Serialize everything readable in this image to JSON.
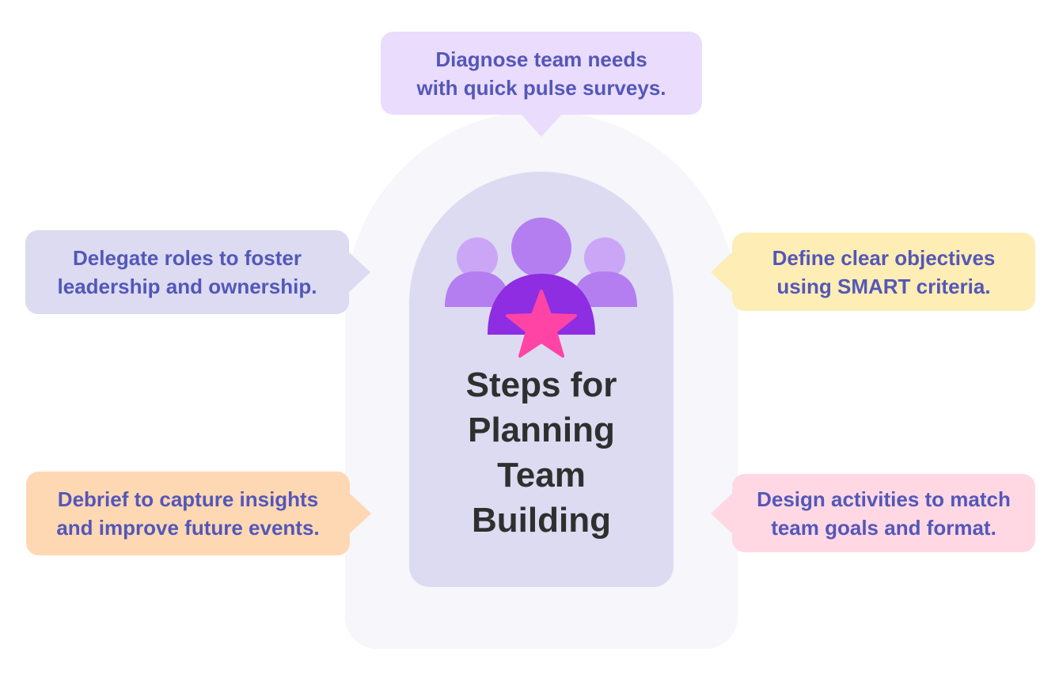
{
  "center": {
    "title_lines": [
      "Steps for",
      "Planning",
      "Team",
      "Building"
    ],
    "icon": "team-star-icon"
  },
  "steps": {
    "top": {
      "lines": [
        "Diagnose team needs",
        "with quick pulse surveys."
      ]
    },
    "left_upper": {
      "lines": [
        "Delegate roles to foster",
        "leadership and ownership."
      ]
    },
    "right_upper": {
      "lines": [
        "Define clear objectives",
        "using SMART criteria."
      ]
    },
    "left_lower": {
      "lines": [
        "Debrief to capture insights",
        "and improve future events."
      ]
    },
    "right_lower": {
      "lines": [
        "Design activities to match",
        "team goals and format."
      ]
    }
  },
  "colors": {
    "text_accent": "#5457b8",
    "title_text": "#2f2f2f",
    "outer_arch": "#f6f6fb",
    "inner_arch": "#dcdbf1",
    "bubble_top": "#eadcfd",
    "bubble_left_upper": "#dcdbf1",
    "bubble_right_upper": "#feedb4",
    "bubble_left_lower": "#fed8b3",
    "bubble_right_lower": "#ffd8e4",
    "person_light": "#cba6f7",
    "person_mid": "#b57ef0",
    "person_dark": "#8e2de2",
    "star": "#ff44a6"
  }
}
